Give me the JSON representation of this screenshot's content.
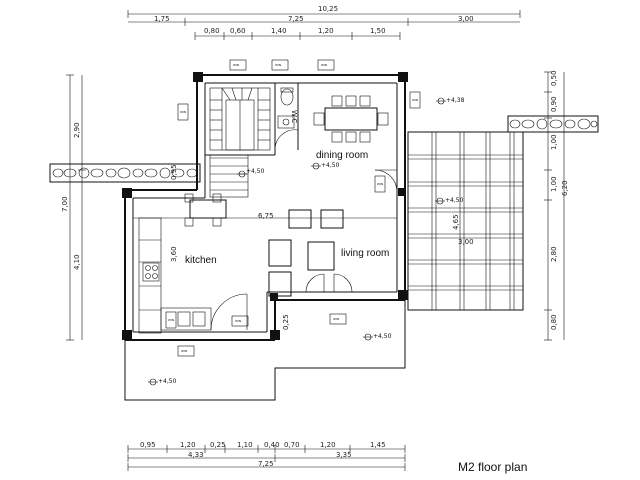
{
  "caption": "M2 floor plan",
  "rooms": {
    "dining": "dining room",
    "kitchen": "kitchen",
    "living": "living room",
    "wc": "W.C"
  },
  "top_dimensions": {
    "total": "10,25",
    "row1": [
      "1,75",
      "7,25",
      "3,00"
    ],
    "row2": [
      "0,80",
      "0,60",
      "1,40",
      "1,20",
      "1,50"
    ]
  },
  "bottom_dimensions": {
    "row1": [
      "0,95",
      "1,20",
      "0,25",
      "1,10",
      "0,40",
      "0,70",
      "1,20",
      "1,45"
    ],
    "row2": [
      "4,33",
      "3,35"
    ],
    "total": "7,25"
  },
  "left_dimensions": {
    "outer": "7,00",
    "upper": "2,90",
    "lower": "4,10",
    "inner": "3,60"
  },
  "right_dimensions": [
    "0,50",
    "0,90",
    "1,00",
    "1,00",
    "2,80",
    "0,80"
  ],
  "right_total": "6,20",
  "inner_dimensions": {
    "width": "6,75",
    "pergola_depth": "4,65",
    "pergola_width": "3,00",
    "door": "0,25",
    "stair_top": "0,95"
  },
  "levels": {
    "dining": "+4,50",
    "hall": "+4,50",
    "pergola": "+4,50",
    "porch": "+4,50",
    "terrace": "+4,50",
    "upper_right": "+4,38"
  },
  "window_tag": "WIN"
}
